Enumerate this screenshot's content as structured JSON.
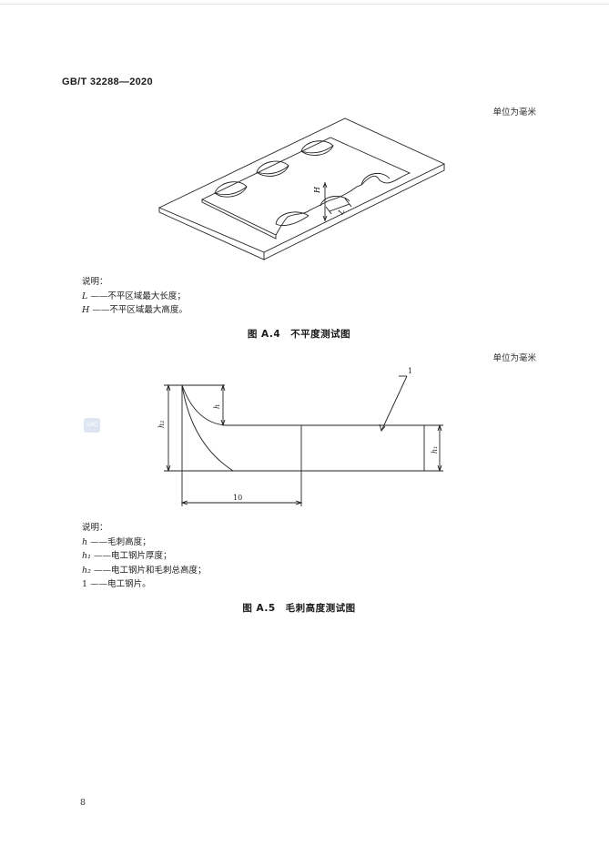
{
  "header": {
    "standard_code": "GB/T 32288—2020"
  },
  "figure_a4": {
    "unit_note": "单位为毫米",
    "label_H": "H",
    "label_L": "L",
    "legend_title": "说明：",
    "legend": [
      {
        "symbol": "L",
        "text": "——不平区域最大长度；"
      },
      {
        "symbol": "H",
        "text": "——不平区域最大高度。"
      }
    ],
    "caption": "图 A.4　不平度测试图"
  },
  "figure_a5": {
    "unit_note": "单位为毫米",
    "label_h": "h",
    "label_h1": "h₁",
    "label_h2": "h₂",
    "label_10": "10",
    "label_1": "1",
    "legend_title": "说明：",
    "legend": [
      {
        "symbol": "h",
        "text": "——毛刺高度；"
      },
      {
        "symbol": "h₁",
        "text": "——电工钢片厚度；"
      },
      {
        "symbol": "h₂",
        "text": "——电工钢片和毛刺总高度；"
      },
      {
        "symbol": "1",
        "text": "——电工钢片。"
      }
    ],
    "caption": "图 A.5　毛刺高度测试图"
  },
  "footer": {
    "page_number": "8"
  },
  "stamp": {
    "text": "SAC"
  }
}
